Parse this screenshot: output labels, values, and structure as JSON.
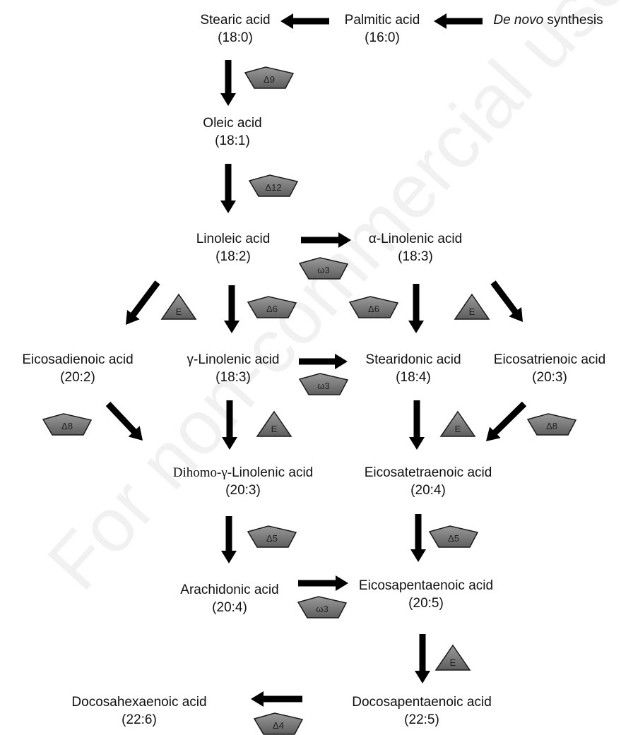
{
  "watermark": "For non-commercial use only",
  "nodes": {
    "stearic": {
      "name": "Stearic acid",
      "formula": "(18:0)"
    },
    "palmitic": {
      "name": "Palmitic acid",
      "formula": "(16:0)"
    },
    "denovo": {
      "name_italic": "De novo",
      "name_rest": " synthesis"
    },
    "oleic": {
      "name": "Oleic acid",
      "formula": "(18:1)"
    },
    "linoleic": {
      "name": "Linoleic acid",
      "formula": "(18:2)"
    },
    "alinolenic": {
      "name": "α-Linolenic acid",
      "formula": "(18:3)"
    },
    "eicosadienoic": {
      "name": "Eicosadienoic acid",
      "formula": "(20:2)"
    },
    "glinolenic": {
      "name": "γ-Linolenic acid",
      "formula": "(18:3)"
    },
    "stearidonic": {
      "name": "Stearidonic acid",
      "formula": "(18:4)"
    },
    "eicosatrienoic": {
      "name": "Eicosatrienoic acid",
      "formula": "(20:3)"
    },
    "dihomo_prefix": "Dihomo-γ-",
    "dihomo": {
      "name": "Linolenic acid",
      "formula": "(20:3)"
    },
    "eicosatetraenoic": {
      "name": "Eicosatetraenoic acid",
      "formula": "(20:4)"
    },
    "arachidonic": {
      "name": "Arachidonic acid",
      "formula": "(20:4)"
    },
    "epa": {
      "name": "Eicosapentaenoic acid",
      "formula": "(20:5)"
    },
    "dpa": {
      "name": "Docosapentaenoic acid",
      "formula": "(22:5)"
    },
    "dha": {
      "name": "Docosahexaenoic acid",
      "formula": "(22:6)"
    }
  },
  "enzymes": {
    "d9": "Δ9",
    "d12": "Δ12",
    "w3_a": "ω3",
    "e_left": "E",
    "d6_left": "Δ6",
    "d6_right": "Δ6",
    "e_right": "E",
    "w3_b": "ω3",
    "d8_left": "Δ8",
    "e_mid": "E",
    "e_mid_right": "E",
    "d8_right": "Δ8",
    "d5_left": "Δ5",
    "d5_right": "Δ5",
    "w3_c": "ω3",
    "e_bottom": "E",
    "d4": "Δ4"
  },
  "colors": {
    "arrow": "#000000",
    "enzyme_fill": "#7a7a7a",
    "enzyme_stroke": "#1a1a1a",
    "text": "#111111"
  }
}
